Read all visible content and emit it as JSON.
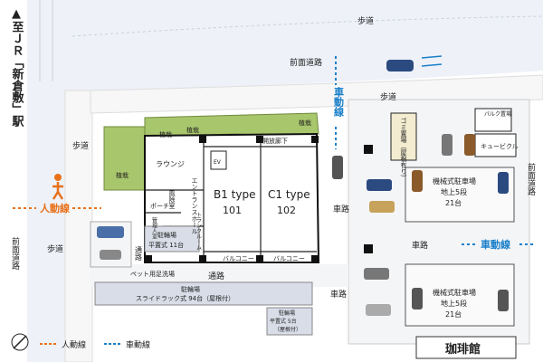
{
  "diagram": {
    "station_direction": "▲至ＪＲ「新倉敷」駅",
    "roads": {
      "sidewalk": "歩道",
      "front_road": "前面道路",
      "car_road": "車路",
      "passage": "通路"
    },
    "flow": {
      "pedestrian": "人動線",
      "vehicle": "車動線"
    },
    "planting": "植栽",
    "rooms": {
      "lounge": "ラウンジ",
      "entrance_hall": "エントランスホール",
      "wind_removal": "風除室",
      "porch": "ポーチ",
      "corridor": "開放廊下",
      "balcony": "バルコニー",
      "ev": "EV",
      "trunk_room": "トランクルーム",
      "management_room": "管理人室",
      "garbage": "ゴミ置場（屋根有り）",
      "pet_wash": "ペット用足洗場",
      "cubicle": "キュービクル",
      "parcel_box": "パルク置場"
    },
    "units": [
      {
        "type": "B1 type",
        "number": "101"
      },
      {
        "type": "C1 type",
        "number": "102"
      }
    ],
    "bike_parking_a": {
      "title": "駐輪場",
      "detail": "平置式 11台"
    },
    "bike_rack": {
      "title": "駐輪場",
      "detail": "スライドラック式 94台（屋根付）"
    },
    "motorbike": {
      "title": "駐輪場",
      "detail": "平置式 5台",
      "note": "（屋根付）"
    },
    "mech_parking_1": {
      "title": "機械式駐車場",
      "detail": "地上5段",
      "count": "21台"
    },
    "mech_parking_2": {
      "title": "機械式駐車場",
      "detail": "地上5段",
      "count": "21台"
    },
    "cafe": "珈琲館",
    "legend": {
      "pedestrian": "人動線",
      "vehicle": "車動線"
    },
    "colors": {
      "pedestrian": "#e8711a",
      "vehicle": "#1a7fc9",
      "planting": "#a8c66c",
      "road": "#eef1f8"
    }
  }
}
